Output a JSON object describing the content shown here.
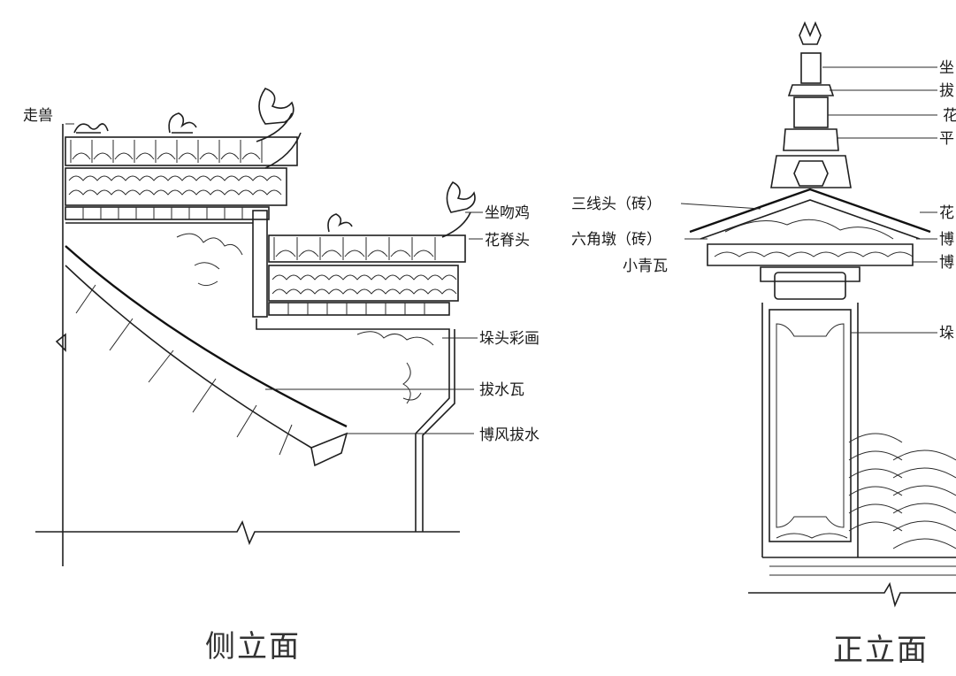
{
  "side_view": {
    "caption": "侧立面",
    "labels": {
      "zoushou": "走兽",
      "zuowenji": "坐吻鸡",
      "huajitou": "花脊头",
      "duotou": "垛头彩画",
      "boshuiwa": "拔水瓦",
      "bofeng": "博风拔水"
    }
  },
  "front_view": {
    "caption": "正立面",
    "labels": {
      "sanxiantou": "三线头（砖）",
      "liujiaodun": "六角墩（砖）",
      "xiaoqingwa": "小青瓦",
      "right_cut": [
        "坐",
        "拔",
        "花",
        "平",
        "花",
        "博",
        "博",
        "垛"
      ]
    }
  }
}
